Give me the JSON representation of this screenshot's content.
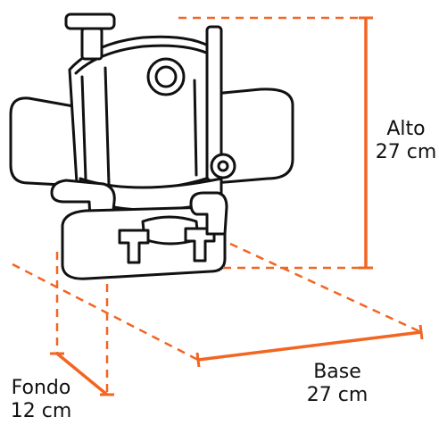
{
  "diagram": {
    "subject_icon": "router-tool-outline",
    "accent_color": "#f26522",
    "line_color": "#111111",
    "dimensions": {
      "alto": {
        "label": "Alto",
        "value": "27 cm"
      },
      "base": {
        "label": "Base",
        "value": "27 cm"
      },
      "fondo": {
        "label": "Fondo",
        "value": "12 cm"
      }
    }
  }
}
